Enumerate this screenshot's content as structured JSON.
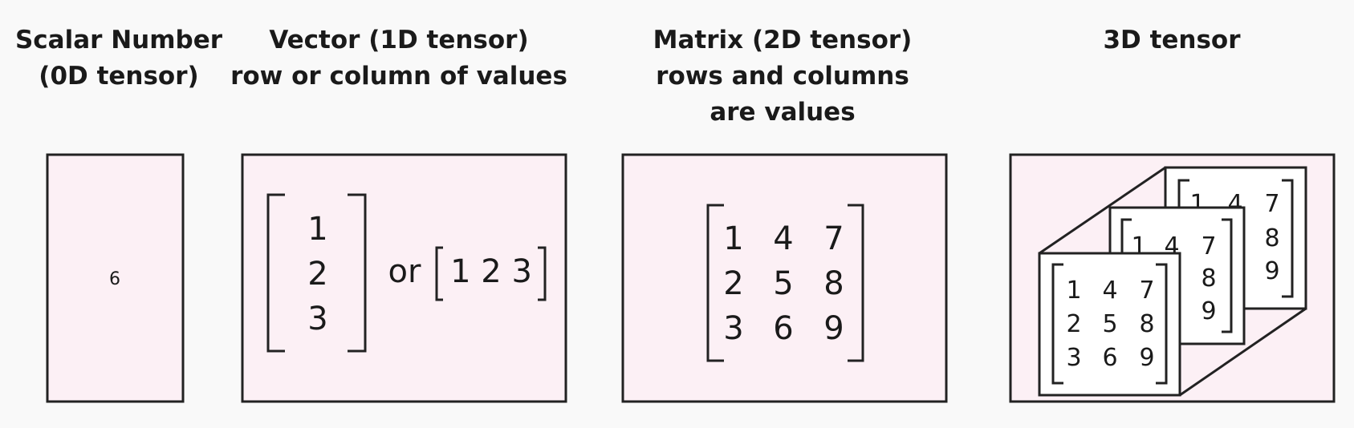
{
  "colors": {
    "panel_fill": "#fcf0f5",
    "stroke": "#222222",
    "background": "#f9f9f9",
    "card_fill": "#ffffff"
  },
  "panels": [
    {
      "title_lines": [
        "Scalar Number",
        "(0D tensor)"
      ],
      "scalar": "6"
    },
    {
      "title_lines": [
        "Vector (1D tensor)",
        "row or column of values"
      ],
      "column_vector": [
        "1",
        "2",
        "3"
      ],
      "connector": "or",
      "row_vector": "1 2 3"
    },
    {
      "title_lines": [
        "Matrix (2D tensor)",
        "rows and columns",
        "are values"
      ],
      "matrix": [
        [
          "1",
          "4",
          "7"
        ],
        [
          "2",
          "5",
          "8"
        ],
        [
          "3",
          "6",
          "9"
        ]
      ]
    },
    {
      "title_lines": [
        "3D tensor"
      ],
      "front_matrix": [
        [
          "1",
          "4",
          "7"
        ],
        [
          "2",
          "5",
          "8"
        ],
        [
          "3",
          "6",
          "9"
        ]
      ],
      "middle_visible": [
        [
          "1",
          "4",
          "7"
        ],
        [
          "",
          "",
          "8"
        ],
        [
          "",
          "",
          "9"
        ]
      ],
      "back_visible": [
        [
          "1",
          "4",
          "7"
        ],
        [
          "",
          "",
          "8"
        ],
        [
          "",
          "",
          "9"
        ]
      ]
    }
  ]
}
